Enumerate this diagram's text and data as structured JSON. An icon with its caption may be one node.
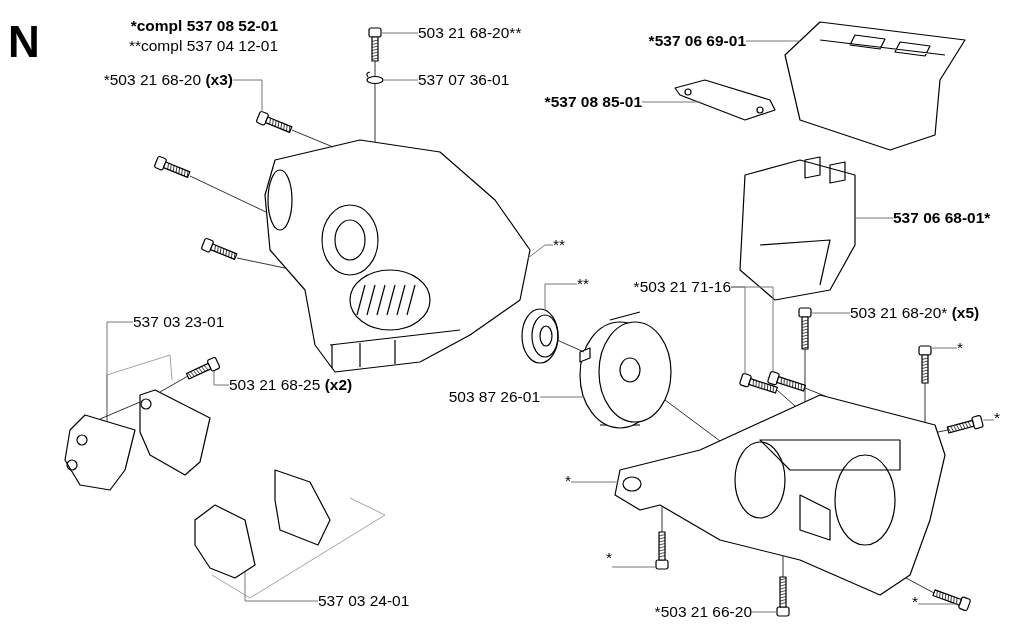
{
  "diagram": {
    "title": "N",
    "nodes": [
      {
        "text": [
          "503 21 68-20**"
        ]
      },
      {
        "text": [
          "537 07 36-01"
        ]
      },
      {
        "text": [
          "*503 21 68-20 **(x3)**"
        ]
      },
      {
        "text": [
          "*537 06 69-01"
        ]
      },
      {
        "text": [
          "*537 08 85-01"
        ]
      },
      {
        "text": [
          "537 06 68-01*"
        ]
      },
      {
        "text": [
          "**"
        ]
      },
      {
        "text": [
          "**"
        ]
      },
      {
        "text": [
          "*503 21 71-16"
        ]
      },
      {
        "text": [
          "503 21 68-20* **(x5)**"
        ]
      },
      {
        "text": [
          "*"
        ]
      },
      {
        "text": [
          "537 03 23-01"
        ]
      },
      {
        "text": [
          "503 21 68-25 **(x2)**"
        ]
      },
      {
        "text": [
          "503 87 26-01"
        ]
      },
      {
        "text": [
          "*"
        ]
      },
      {
        "text": [
          "*"
        ]
      },
      {
        "text": [
          "*"
        ]
      },
      {
        "text": [
          "*"
        ]
      },
      {
        "text": [
          "*503 21 66-20"
        ]
      },
      {
        "text": [
          "537 03 24-01"
        ]
      },
      {
        "text": [],
        "shape": "picture"
      },
      {
        "text": [],
        "shape": "picture"
      },
      {
        "text": [],
        "shape": "picture"
      },
      {
        "text": [],
        "shape": "picture"
      },
      {
        "text": [],
        "shape": "picture"
      },
      {
        "text": [],
        "shape": "picture"
      },
      {
        "text": [],
        "shape": "picture"
      },
      {
        "text": [],
        "shape": "picture"
      },
      {
        "text": [],
        "shape": "picture"
      },
      {
        "text": [],
        "shape": "picture"
      },
      {
        "text": [],
        "shape": "picture"
      },
      {
        "text": [],
        "shape": "picture"
      },
      {
        "text": [],
        "shape": "picture"
      },
      {
        "text": [],
        "shape": "picture"
      },
      {
        "text": [],
        "shape": "picture"
      },
      {
        "text": [],
        "shape": "picture"
      },
      {
        "text": [],
        "shape": "picture"
      },
      {
        "text": [],
        "shape": "picture"
      },
      {
        "text": [],
        "shape": "picture"
      },
      {
        "text": [],
        "shape": "picture"
      },
      {
        "text": [],
        "shape": "picture"
      },
      {
        "text": [],
        "shape": "picture"
      },
      {
        "text": [],
        "shape": "picture"
      },
      {
        "text": [],
        "shape": "picture"
      },
      {
        "text": [],
        "shape": "picture"
      }
    ],
    "edges": [
      {
        "from": 0,
        "to": 20,
        "arrow": "none"
      },
      {
        "from": 1,
        "to": 21,
        "arrow": "none"
      },
      {
        "from": 2,
        "to": 22,
        "arrow": "none"
      },
      {
        "from": 3,
        "to": 25,
        "arrow": "none"
      },
      {
        "from": 4,
        "to": 26,
        "arrow": "none"
      },
      {
        "from": 5,
        "to": 27,
        "arrow": "none"
      },
      {
        "from": 6,
        "to": 28,
        "arrow": "none"
      },
      {
        "from": 7,
        "to": 29,
        "arrow": "none"
      },
      {
        "from": 8,
        "to": 30,
        "arrow": "none"
      },
      {
        "from": 8,
        "to": 31,
        "arrow": "none"
      },
      {
        "from": 9,
        "to": 32,
        "arrow": "none"
      },
      {
        "from": 10,
        "to": 33,
        "arrow": "none"
      },
      {
        "from": 11,
        "to": 34,
        "arrow": "none"
      },
      {
        "from": 12,
        "to": 36,
        "arrow": "none"
      },
      {
        "from": 13,
        "to": 37,
        "arrow": "none"
      },
      {
        "from": 14,
        "to": 38,
        "arrow": "none"
      },
      {
        "from": 15,
        "to": 39,
        "arrow": "none"
      },
      {
        "from": 16,
        "to": 40,
        "arrow": "none"
      },
      {
        "from": 17,
        "to": 41,
        "arrow": "none"
      },
      {
        "from": 18,
        "to": 42,
        "arrow": "none"
      },
      {
        "from": 19,
        "to": 43,
        "arrow": "none"
      },
      {
        "from": 20,
        "to": 21,
        "arrow": "none",
        "color": "#000000"
      },
      {
        "from": 21,
        "to": 28,
        "arrow": "none",
        "color": "#000000"
      },
      {
        "from": 22,
        "to": 28,
        "arrow": "none",
        "color": "#000000"
      },
      {
        "from": 23,
        "to": 28,
        "arrow": "none",
        "color": "#000000"
      },
      {
        "from": 24,
        "to": 28,
        "arrow": "none",
        "color": "#000000"
      },
      {
        "from": 29,
        "to": 37,
        "arrow": "none",
        "color": "#000000"
      },
      {
        "from": 37,
        "to": 39,
        "arrow": "none",
        "color": "#000000"
      },
      {
        "from": 30,
        "to": 39,
        "arrow": "none",
        "color": "#000000"
      },
      {
        "from": 31,
        "to": 39,
        "arrow": "none",
        "color": "#000000"
      },
      {
        "from": 32,
        "to": 39,
        "arrow": "none",
        "color": "#000000"
      },
      {
        "from": 33,
        "to": 39,
        "arrow": "none",
        "color": "#000000"
      },
      {
        "from": 38,
        "to": 39,
        "arrow": "none",
        "color": "#000000"
      },
      {
        "from": 40,
        "to": 39,
        "arrow": "none",
        "color": "#000000"
      },
      {
        "from": 42,
        "to": 39,
        "arrow": "none",
        "color": "#000000"
      },
      {
        "from": 41,
        "to": 39,
        "arrow": "none",
        "color": "#000000"
      },
      {
        "from": 36,
        "to": 35,
        "arrow": "none",
        "color": "#000000"
      },
      {
        "from": 35,
        "to": 34,
        "arrow": "none",
        "color": "#000000"
      }
    ],
    "labels": [
      "*compl 537 08 52-01",
      "**compl 537 04 12-01"
    ]
  }
}
